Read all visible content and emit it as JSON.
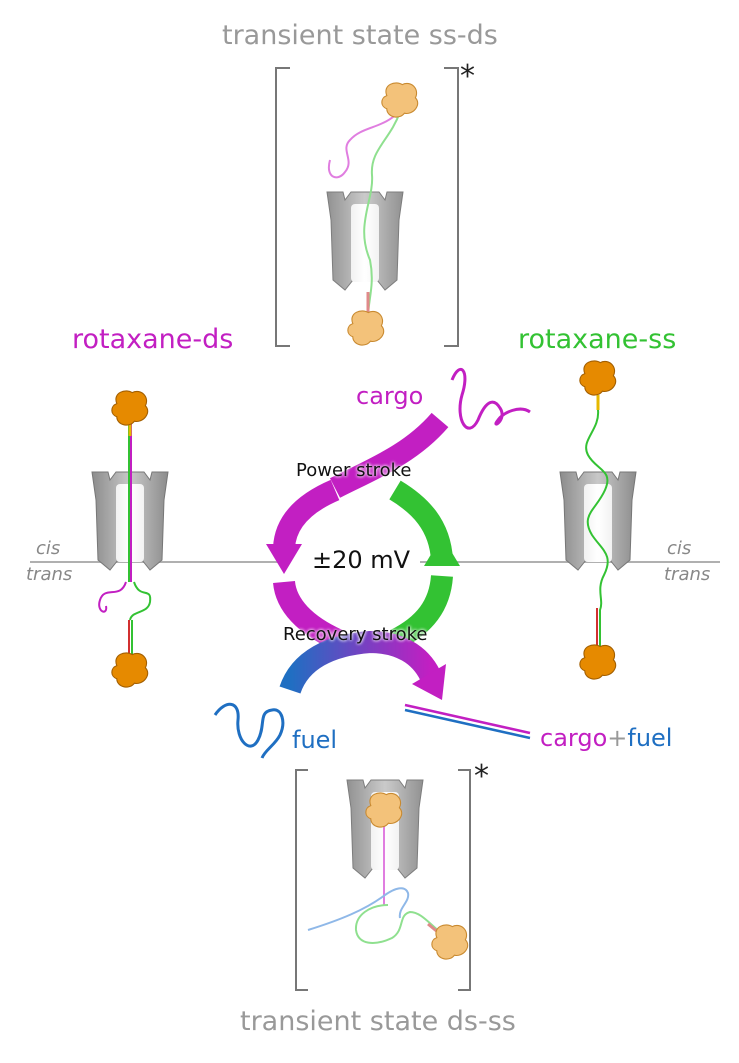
{
  "labels": {
    "top_state": "transient state ss-ds",
    "bottom_state": "transient state ds-ss",
    "rotaxane_ds": "rotaxane-ds",
    "rotaxane_ss": "rotaxane-ss",
    "cargo": "cargo",
    "fuel": "fuel",
    "power_stroke": "Power stroke",
    "recovery_stroke": "Recovery stroke",
    "voltage": "±20 mV",
    "product_cargo": "cargo",
    "product_plus": "+",
    "product_fuel": "fuel",
    "cis_left": "cis",
    "trans_left": "trans",
    "cis_right": "cis",
    "trans_right": "trans",
    "star_top": "*",
    "star_bottom": "*"
  },
  "colors": {
    "magenta": "#c21fc2",
    "green": "#33c233",
    "blue": "#1f6fc2",
    "orange": "#e68a00",
    "gray_text": "#999999",
    "pore": "#a8a8a8"
  }
}
